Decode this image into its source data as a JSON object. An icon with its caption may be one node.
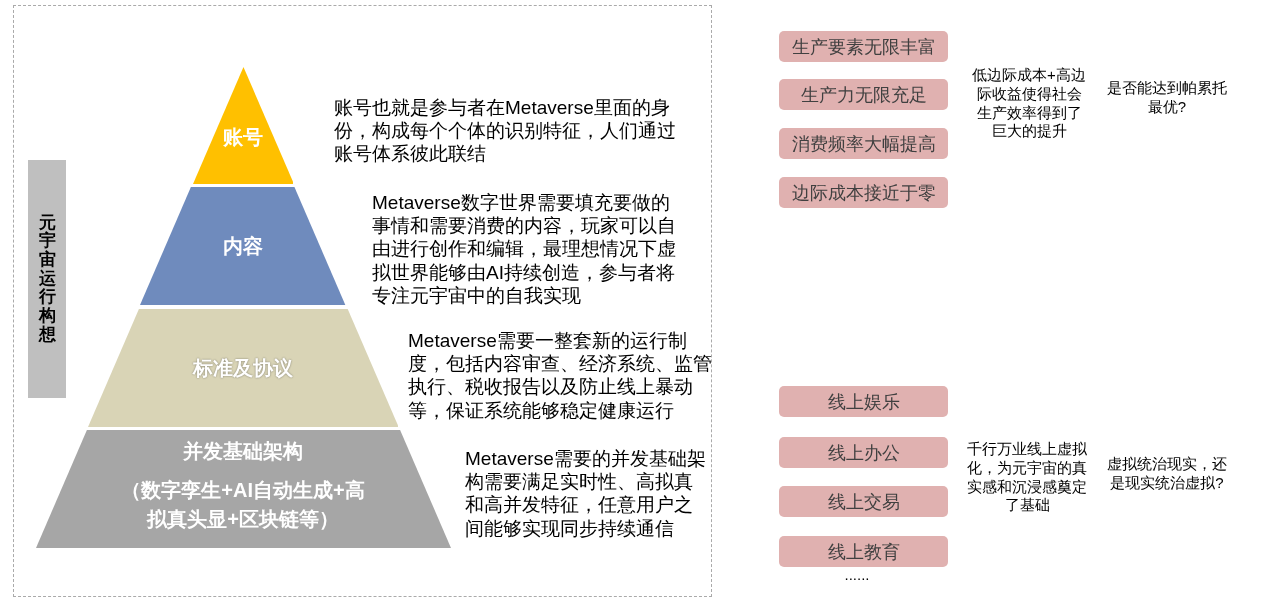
{
  "diagram": {
    "nodes": [
      {
        "text": [
          "元宇宙运行构想"
        ]
      },
      {
        "text": [
          "账号"
        ]
      },
      {
        "text": [
          "内容"
        ]
      },
      {
        "text": [
          "标准及协议"
        ]
      },
      {
        "text": [
          "并发基础架构",
          "（数字孪生+AI自动生成+高拟真头显+区块链等）"
        ]
      },
      {
        "text": [
          "生产要素无限丰富"
        ]
      },
      {
        "text": [
          "生产力无限充足"
        ]
      },
      {
        "text": [
          "消费频率大幅提高"
        ]
      },
      {
        "text": [
          "边际成本接近于零"
        ]
      },
      {
        "text": [
          "线上娱乐"
        ]
      },
      {
        "text": [
          "线上办公"
        ]
      },
      {
        "text": [
          "线上交易"
        ]
      },
      {
        "text": [
          "线上教育"
        ]
      }
    ],
    "edges": [],
    "labels": [
      "账号也就是参与者在Metaverse里面的身份，构成每个个体的识别特征，人们通过账号体系彼此联结",
      "Metaverse数字世界需要填充要做的事情和需要消费的内容，玩家可以自由进行创作和编辑，最理想情况下虚拟世界能够由AI持续创造，参与者将专注元宇宙中的自我实现",
      "Metaverse需要一整套新的运行制度，包括内容审查、经济系统、监管执行、税收报告以及防止线上暴动等，保证系统能够稳定健康运行",
      "Metaverse需要的并发基础架构需要满足实时性、高拟真和高并发特征，任意用户之间能够实现同步持续通信",
      "低边际成本+高边际收益使得社会生产效率得到了巨大的提升",
      "是否能达到帕累托最优?",
      "千行万业线上虚拟化，为元宇宙的真实感和沉浸感奠定了基础",
      "虚拟统治现实，还是现实统治虚拟?",
      "......"
    ]
  }
}
